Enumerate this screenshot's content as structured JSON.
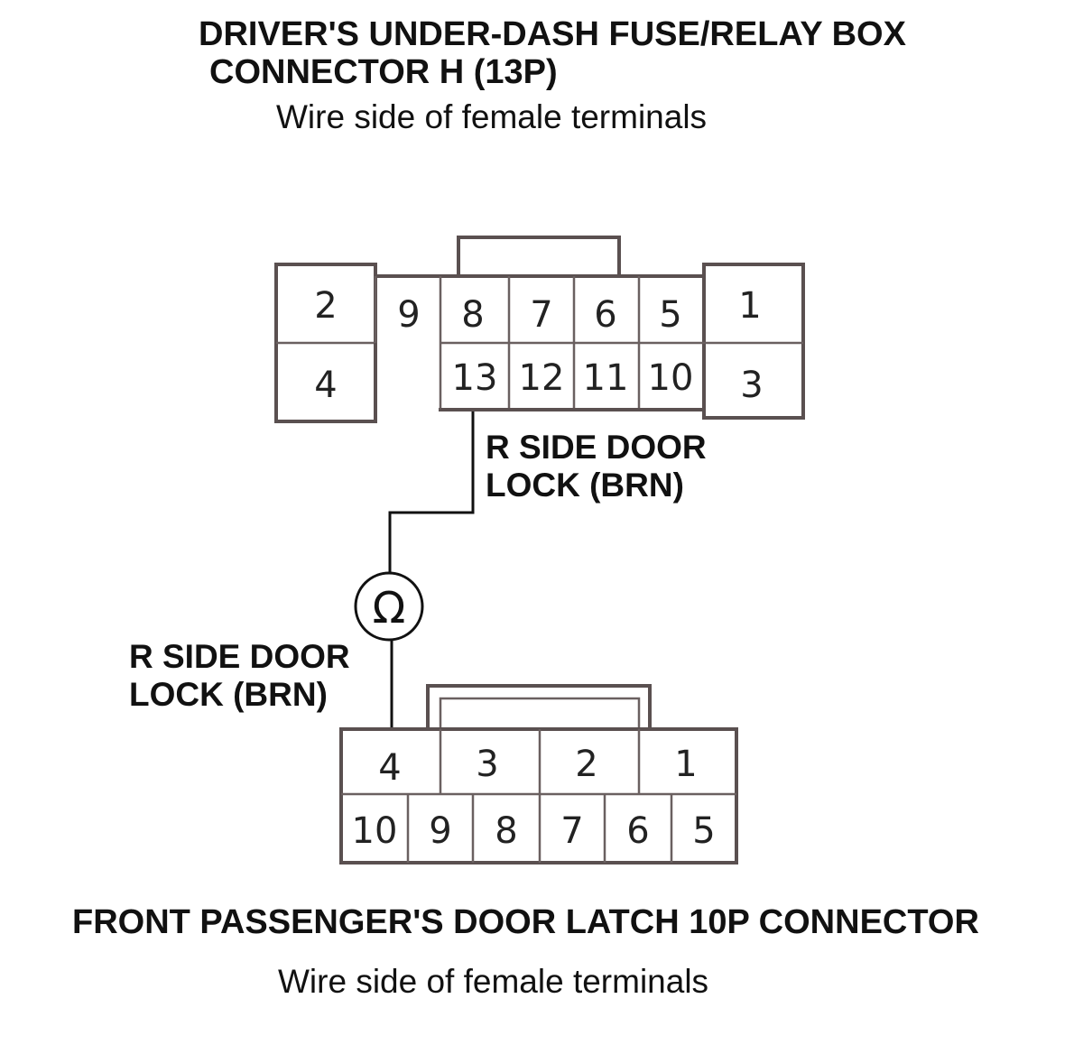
{
  "top_connector": {
    "title_line1": "DRIVER'S UNDER-DASH FUSE/RELAY BOX",
    "title_line2": "CONNECTOR H (13P)",
    "subtitle": "Wire side of female terminals",
    "pins": [
      "1",
      "2",
      "3",
      "4",
      "5",
      "6",
      "7",
      "8",
      "9",
      "10",
      "11",
      "12",
      "13"
    ],
    "wire_label_line1": "R SIDE DOOR",
    "wire_label_line2": "LOCK (BRN)"
  },
  "bottom_connector": {
    "title": "FRONT PASSENGER'S DOOR LATCH 10P CONNECTOR",
    "subtitle": "Wire side of female terminals",
    "pins": [
      "1",
      "2",
      "3",
      "4",
      "5",
      "6",
      "7",
      "8",
      "9",
      "10"
    ],
    "wire_label_line1": "R SIDE DOOR",
    "wire_label_line2": "LOCK (BRN)"
  },
  "meter": {
    "symbol": "Ω",
    "icon": "ohmmeter-icon"
  }
}
